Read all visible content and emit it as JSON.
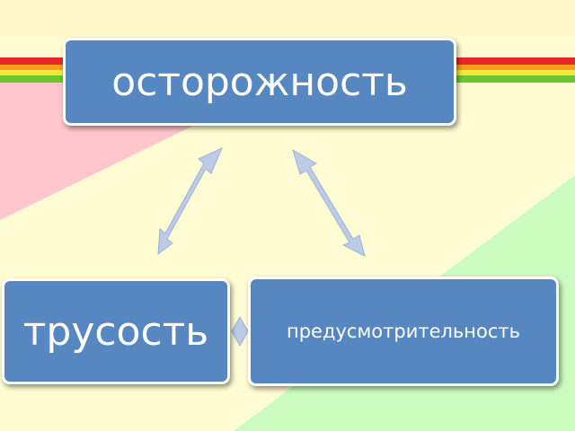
{
  "diagram": {
    "top_node": "осторожность",
    "left_node": "трусость",
    "right_node": "предусмотрительность"
  },
  "colors": {
    "node_fill": "#5687c0",
    "node_border": "#ffffff",
    "arrow_fill": "#bccbe6",
    "stripe_red": "#e8262a",
    "stripe_orange": "#f6a01e",
    "stripe_yellow": "#f8e83a",
    "stripe_green": "#6cc62c",
    "bg_pink": "#ffc6cc",
    "bg_green": "#ccfcc0",
    "bg_yellow": "#fffcd4"
  }
}
